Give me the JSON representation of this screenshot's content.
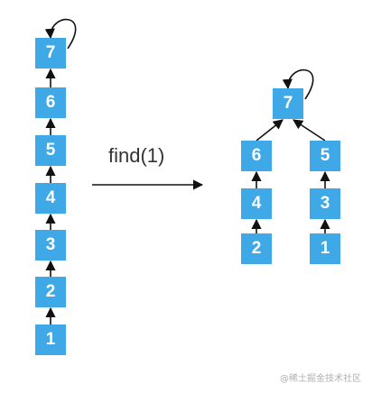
{
  "operation_label": "find(1)",
  "watermark_text": "@稀土掘金技术社区",
  "colors": {
    "node_fill": "#3fa9e8",
    "node_text": "#ffffff",
    "edge": "#111111"
  },
  "before": {
    "nodes": [
      {
        "id": "b7",
        "label": "7"
      },
      {
        "id": "b6",
        "label": "6"
      },
      {
        "id": "b5",
        "label": "5"
      },
      {
        "id": "b4",
        "label": "4"
      },
      {
        "id": "b3",
        "label": "3"
      },
      {
        "id": "b2",
        "label": "2"
      },
      {
        "id": "b1",
        "label": "1"
      }
    ],
    "edges": [
      {
        "from": "b6",
        "to": "b7"
      },
      {
        "from": "b5",
        "to": "b6"
      },
      {
        "from": "b4",
        "to": "b5"
      },
      {
        "from": "b3",
        "to": "b4"
      },
      {
        "from": "b2",
        "to": "b3"
      },
      {
        "from": "b1",
        "to": "b2"
      },
      {
        "from": "b7",
        "to": "b7",
        "self_loop": true
      }
    ]
  },
  "after": {
    "nodes": [
      {
        "id": "a7",
        "label": "7"
      },
      {
        "id": "a6",
        "label": "6"
      },
      {
        "id": "a5",
        "label": "5"
      },
      {
        "id": "a4",
        "label": "4"
      },
      {
        "id": "a3",
        "label": "3"
      },
      {
        "id": "a2",
        "label": "2"
      },
      {
        "id": "a1",
        "label": "1"
      }
    ],
    "edges": [
      {
        "from": "a6",
        "to": "a7"
      },
      {
        "from": "a5",
        "to": "a7"
      },
      {
        "from": "a4",
        "to": "a6"
      },
      {
        "from": "a2",
        "to": "a4"
      },
      {
        "from": "a3",
        "to": "a5"
      },
      {
        "from": "a1",
        "to": "a3"
      },
      {
        "from": "a7",
        "to": "a7",
        "self_loop": true
      }
    ]
  }
}
